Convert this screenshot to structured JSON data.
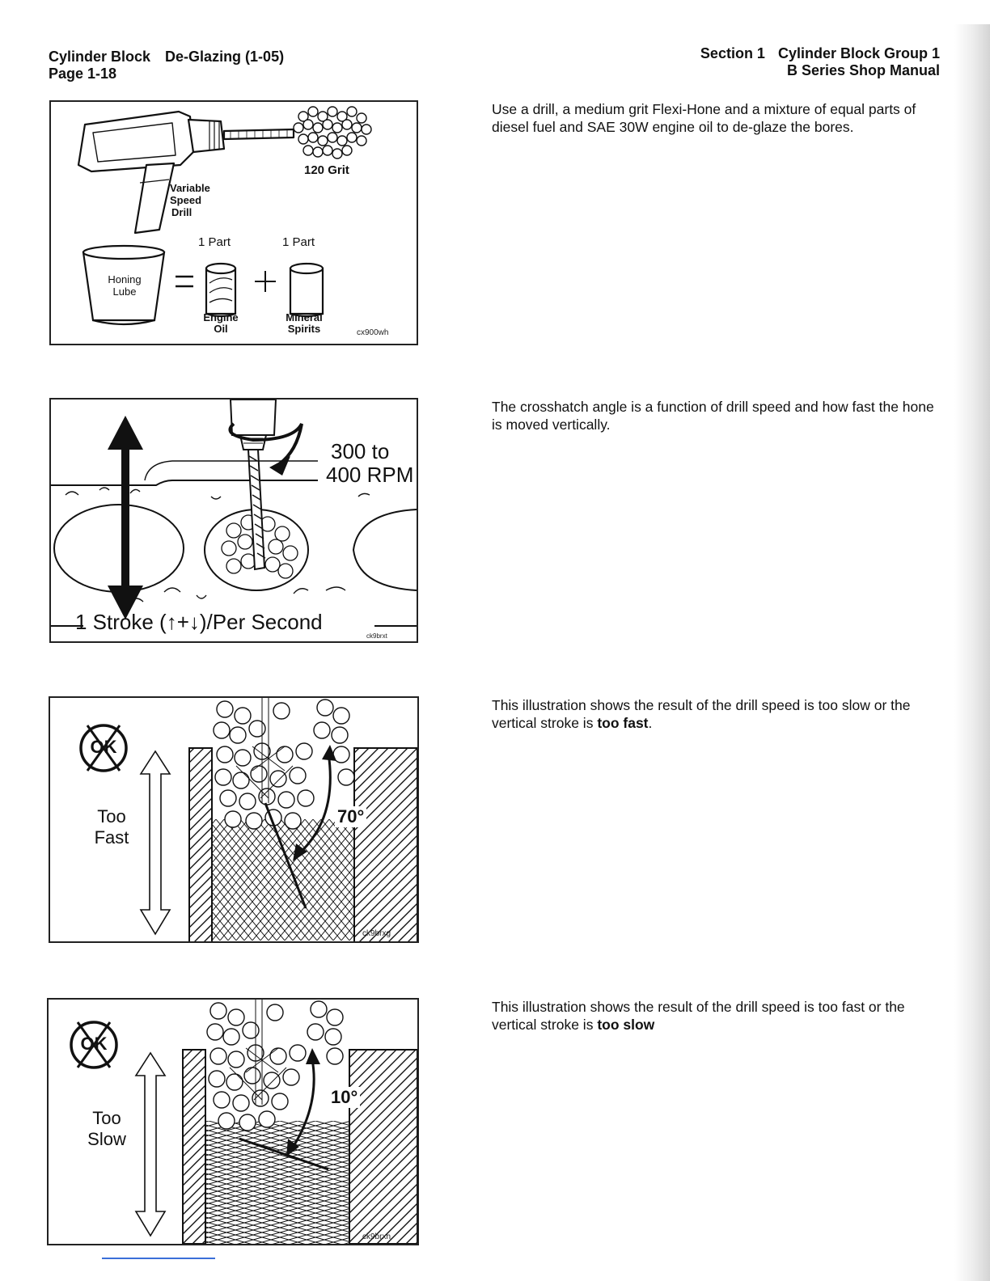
{
  "header": {
    "left_title": "Cylinder Block",
    "left_subtitle": "De-Glazing (1-05)",
    "page": "Page 1-18",
    "right_section": "Section 1",
    "right_group": "Cylinder Block   Group 1",
    "right_manual": "B Series Shop Manual"
  },
  "figures": [
    {
      "labels": {
        "grit": "120 Grit",
        "drill_line1": "Variable",
        "drill_line2": "Speed",
        "drill_line3": "Drill",
        "part_a": "1 Part",
        "part_b": "1 Part",
        "lube_line1": "Honing",
        "lube_line2": "Lube",
        "oil_line1": "Engine",
        "oil_line2": "Oil",
        "spirits_line1": "Mineral",
        "spirits_line2": "Spirits"
      },
      "code": "cx900wh"
    },
    {
      "labels": {
        "rpm_line1": "300 to",
        "rpm_line2": "400 RPM",
        "stroke": "1 Stroke (↑+↓)/Per Second"
      },
      "code": "ck9brxt"
    },
    {
      "labels": {
        "speed_line1": "Too",
        "speed_line2": "Fast",
        "angle": "70°",
        "badge": "OK"
      },
      "code": "ck9brxg"
    },
    {
      "labels": {
        "speed_line1": "Too",
        "speed_line2": "Slow",
        "angle": "10°",
        "badge": "OK"
      },
      "code": "ck9brxh"
    }
  ],
  "paragraphs": {
    "p1": "Use a drill, a medium grit Flexi-Hone and a mixture of equal parts of diesel fuel and SAE 30W engine oil to de-glaze the bores.",
    "p2": "The crosshatch angle is a function of drill speed and how fast the hone is moved vertically.",
    "p3_before": "This illustration shows the result of the drill speed is too slow or the vertical stroke is ",
    "p3_bold": "too fast",
    "p3_after": ".",
    "p4_before": "This illustration shows the result of the drill speed is too fast or the vertical stroke is ",
    "p4_bold": "too slow",
    "p4_after": ""
  }
}
